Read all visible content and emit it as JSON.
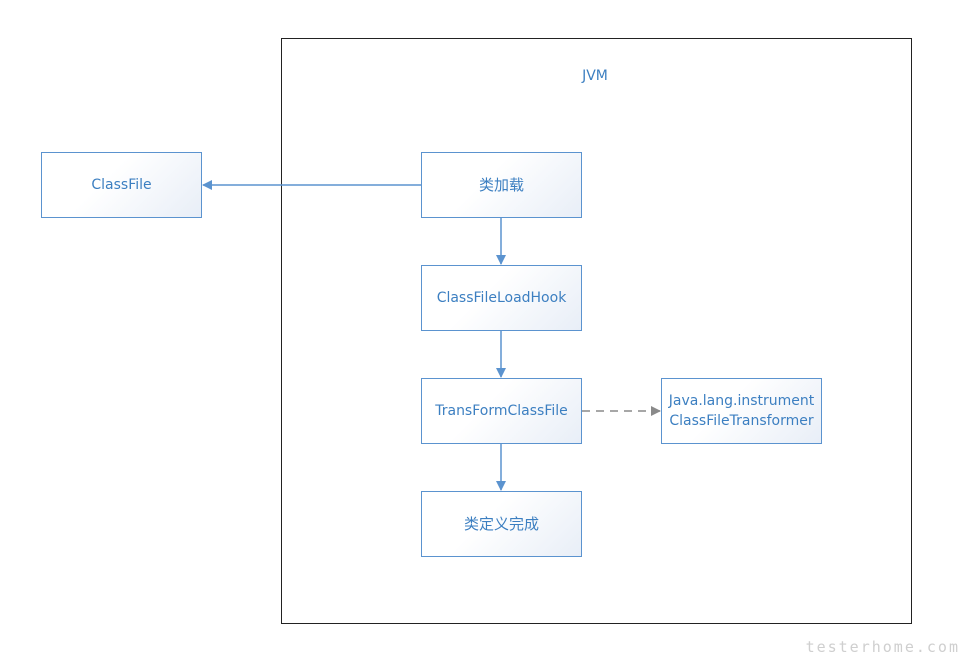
{
  "container": {
    "label": "JVM"
  },
  "nodes": {
    "classfile": "ClassFile",
    "class_loading": "类加载",
    "load_hook": "ClassFileLoadHook",
    "transform": "TransFormClassFile",
    "complete": "类定义完成",
    "instrument_line1": "Java.lang.instrument",
    "instrument_line2": "ClassFileTransformer"
  },
  "watermark": "testerhome.com",
  "colors": {
    "node_border": "#5b93cf",
    "text": "#3c7fc1",
    "arrow": "#5b93cf",
    "dashed_arrow": "#8a8a8a",
    "frame": "#222222"
  }
}
